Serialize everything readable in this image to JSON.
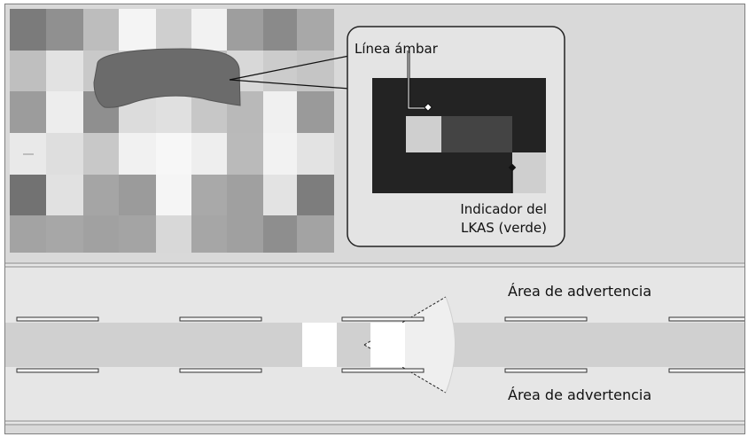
{
  "colors": {
    "panel_bg": "#d9d9d9",
    "road": "#e6e6e6",
    "lane_band": "#d0d0d0",
    "dashboard_shape": "#6b6b6b",
    "display_bg": "#232323",
    "display_segment_dark": "#444444",
    "display_segment_light": "#cfcfcf",
    "callout_fill": "#e4e4e4"
  },
  "callout": {
    "amber_line_label": "Línea ámbar",
    "indicator_label_line1": "Indicador del",
    "indicator_label_line2": "LKAS (verde)"
  },
  "road": {
    "warning_area_top": "Área de advertencia",
    "warning_area_bottom": "Área de advertencia"
  }
}
